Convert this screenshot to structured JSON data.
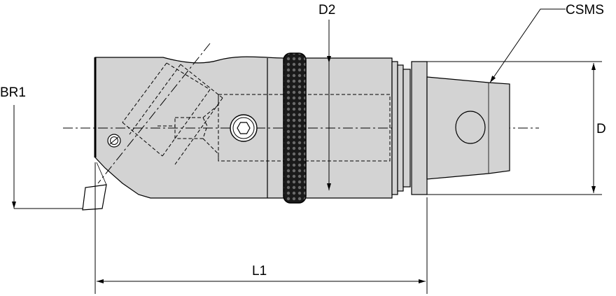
{
  "diagram": {
    "labels": {
      "d2": "D2",
      "csms": "CSMS",
      "br1": "BR1",
      "d": "D",
      "l1": "L1"
    },
    "colors": {
      "body": "#d3d3d3",
      "line": "#000000",
      "knurl": "#1a1a1a"
    }
  }
}
